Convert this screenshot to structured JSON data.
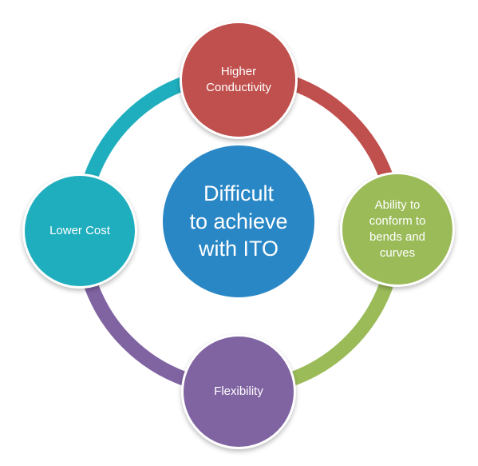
{
  "center": {
    "label": "Difficult\nto achieve\nwith ITO",
    "color": "#2a87c6"
  },
  "nodes": {
    "top": {
      "label": "Higher\nConductivity",
      "color": "#c0504d"
    },
    "right": {
      "label": "Ability to\nconform to\nbends and\ncurves",
      "color": "#9bbb59"
    },
    "bottom": {
      "label": "Flexibility",
      "color": "#8064a2"
    },
    "left": {
      "label": "Lower Cost",
      "color": "#1faebe"
    }
  },
  "arcs": {
    "top_to_right_color": "#c0504d",
    "right_to_bottom_color": "#9bbb59",
    "bottom_to_left_color": "#8064a2",
    "left_to_top_color": "#1faebe"
  }
}
